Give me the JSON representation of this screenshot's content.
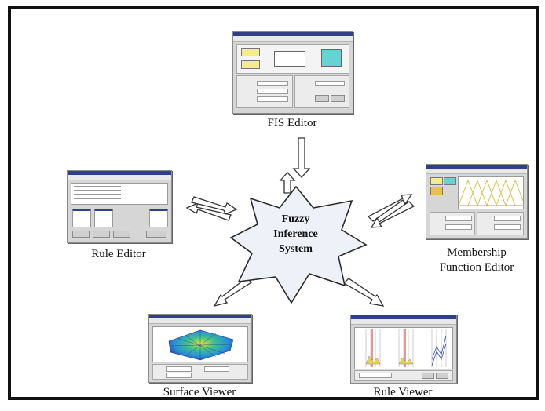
{
  "center": {
    "line1": "Fuzzy",
    "line2": "Inference",
    "line3": "System"
  },
  "labels": {
    "fis_editor": "FIS Editor",
    "rule_editor": "Rule Editor",
    "membership_editor_line1": "Membership",
    "membership_editor_line2": "Function Editor",
    "surface_viewer": "Surface Viewer",
    "rule_viewer": "Rule Viewer"
  },
  "colors": {
    "star_fill": "#eef1f8",
    "titlebar": "#2f3f8a",
    "input_block": "#f3ec8a",
    "output_block": "#66d2d2",
    "mf_lines": "#d8c34a"
  }
}
